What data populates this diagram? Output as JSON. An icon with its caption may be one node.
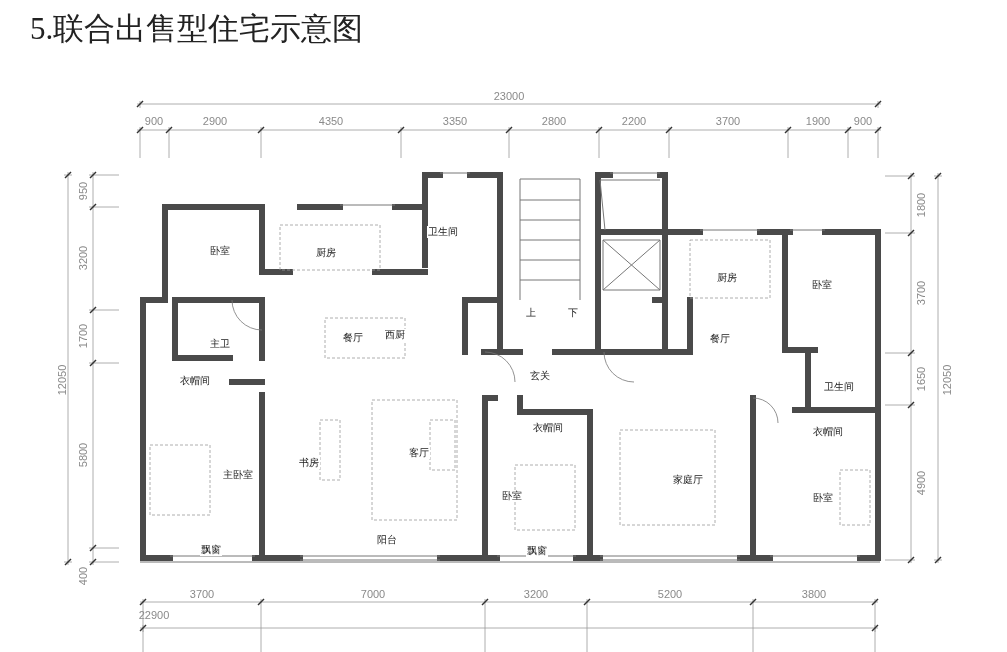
{
  "diagram": {
    "title": "5.联合出售型住宅示意图",
    "labels": [
      "23000",
      "900",
      "2900",
      "4350",
      "3350",
      "2800",
      "2200",
      "3700",
      "1900",
      "900",
      "950",
      "3200",
      "1700",
      "5800",
      "400",
      "12050",
      "1800",
      "3700",
      "1650",
      "4900",
      "12050",
      "卫生间",
      "卧室",
      "厨房",
      "厨房",
      "卧室",
      "上",
      "下",
      "主卫",
      "餐厅",
      "西厨",
      "餐厅",
      "玄关",
      "衣帽间",
      "卫生间",
      "衣帽间",
      "衣帽间",
      "客厅",
      "书房",
      "主卧室",
      "家庭厅",
      "卧室",
      "卧室",
      "阳台",
      "飘窗",
      "飘窗",
      "3700",
      "7000",
      "3200",
      "5200",
      "3800",
      "22900"
    ]
  }
}
